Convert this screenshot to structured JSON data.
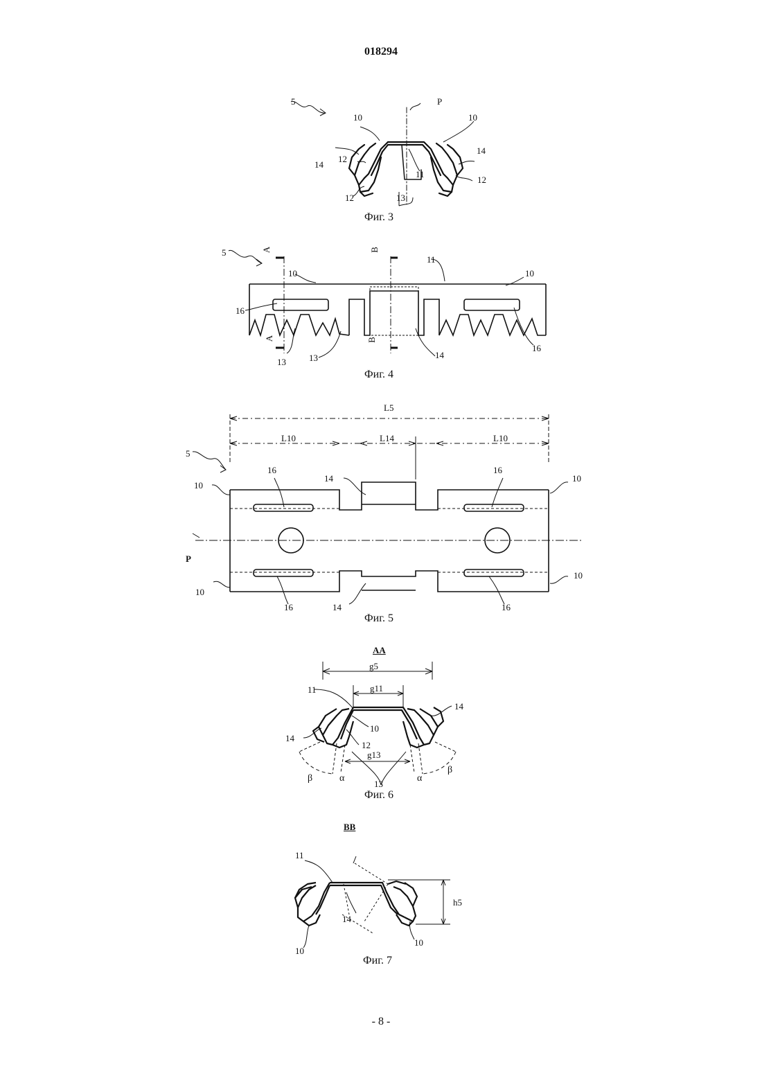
{
  "page": {
    "number": "018294",
    "footer": "- 8 -"
  },
  "fig3": {
    "caption": "Фиг. 3",
    "labels": {
      "a5": "5",
      "p": "P",
      "l10a": "10",
      "l10b": "10",
      "l12a": "12",
      "l14a": "14",
      "l11": "11",
      "l14b": "14",
      "l12b": "12",
      "l12c": "12",
      "l13": "13"
    }
  },
  "fig4": {
    "caption": "Фиг. 4",
    "labels": {
      "a5": "5",
      "ma": "A",
      "mb": "B",
      "l10a": "10",
      "l11": "11",
      "l10b": "10",
      "l16a": "16",
      "l13a": "13",
      "l13b": "13",
      "l14": "14",
      "l16b": "16",
      "ma2": "A",
      "mb2": "B"
    }
  },
  "fig5": {
    "caption": "Фиг. 5",
    "dims": {
      "l5": "L5",
      "l10a": "L10",
      "l14": "L14",
      "l10b": "L10"
    },
    "labels": {
      "a5": "5",
      "l10a": "10",
      "l16a": "16",
      "l14a": "14",
      "l16b": "16",
      "l10b": "10",
      "p": "P",
      "l10c": "10",
      "l16c": "16",
      "l14b": "14",
      "l16d": "16",
      "l10d": "10"
    }
  },
  "fig6": {
    "caption": "Фиг. 6",
    "section": "AA",
    "dims": {
      "g5": "g5",
      "g11": "g11",
      "g13": "g13"
    },
    "labels": {
      "l11": "11",
      "l14a": "14",
      "l14b": "14",
      "l10": "10",
      "l12": "12",
      "l13": "13",
      "beta1": "β",
      "alpha1": "α",
      "alpha2": "α",
      "beta2": "β"
    }
  },
  "fig7": {
    "caption": "Фиг. 7",
    "section": "BB",
    "dims": {
      "h5": "h5"
    },
    "labels": {
      "l11": "11",
      "l14": "14",
      "l10a": "10",
      "l10b": "10"
    }
  }
}
